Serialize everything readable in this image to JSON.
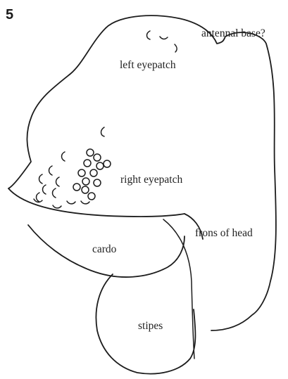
{
  "figure_number": "5",
  "labels": {
    "antennal_base": "antennal base?",
    "left_eyepatch": "left eyepatch",
    "right_eyepatch": "right eyepatch",
    "frons_of_head": "frons of head",
    "cardo": "cardo",
    "stipes": "stipes"
  },
  "colors": {
    "ink": "#1c1c1c",
    "background": "#ffffff"
  }
}
